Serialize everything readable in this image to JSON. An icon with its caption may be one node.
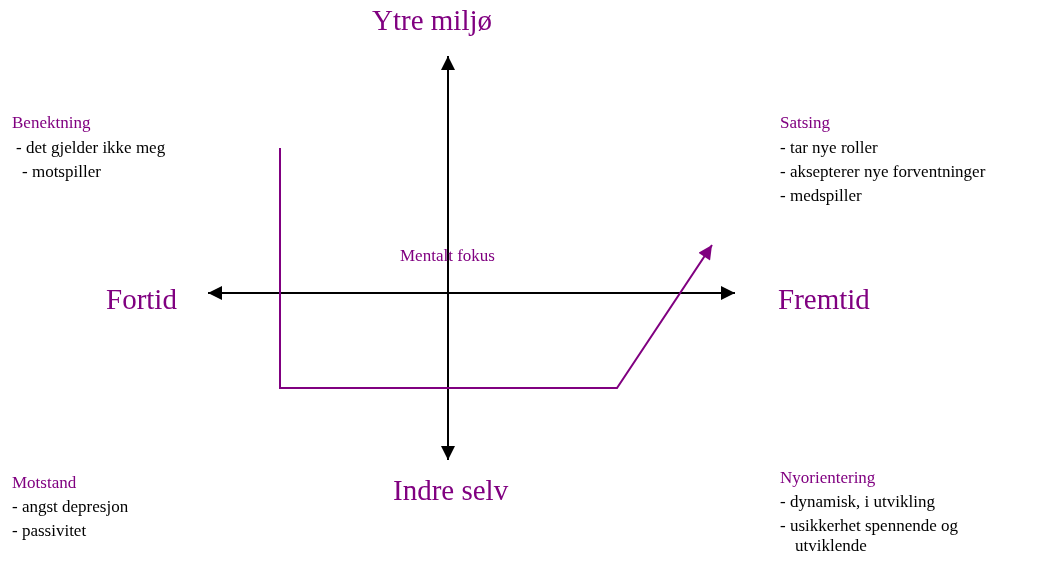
{
  "diagram": {
    "nodes": [
      {
        "text": [
          "Ytre miljø"
        ]
      },
      {
        "text": [
          "Indre selv"
        ]
      },
      {
        "text": [
          "Fortid"
        ]
      },
      {
        "text": [
          "Fremtid"
        ]
      }
    ],
    "edges": [
      {
        "from": 1,
        "to": 0,
        "arrow": "both"
      },
      {
        "from": 2,
        "to": 3,
        "arrow": "both"
      }
    ],
    "labels": [
      "Benektning",
      "- det gjelder ikke meg",
      "- motspiller",
      "Satsing",
      "- tar nye roller",
      "- aksepterer nye forventninger",
      "- medspiller",
      "Mentalt fokus",
      "Motstand",
      "- angst depresjon",
      "- passivitet",
      "Nyorientering",
      "- dynamisk, i utvikling",
      "- usikkerhet spennende og utviklende"
    ]
  }
}
